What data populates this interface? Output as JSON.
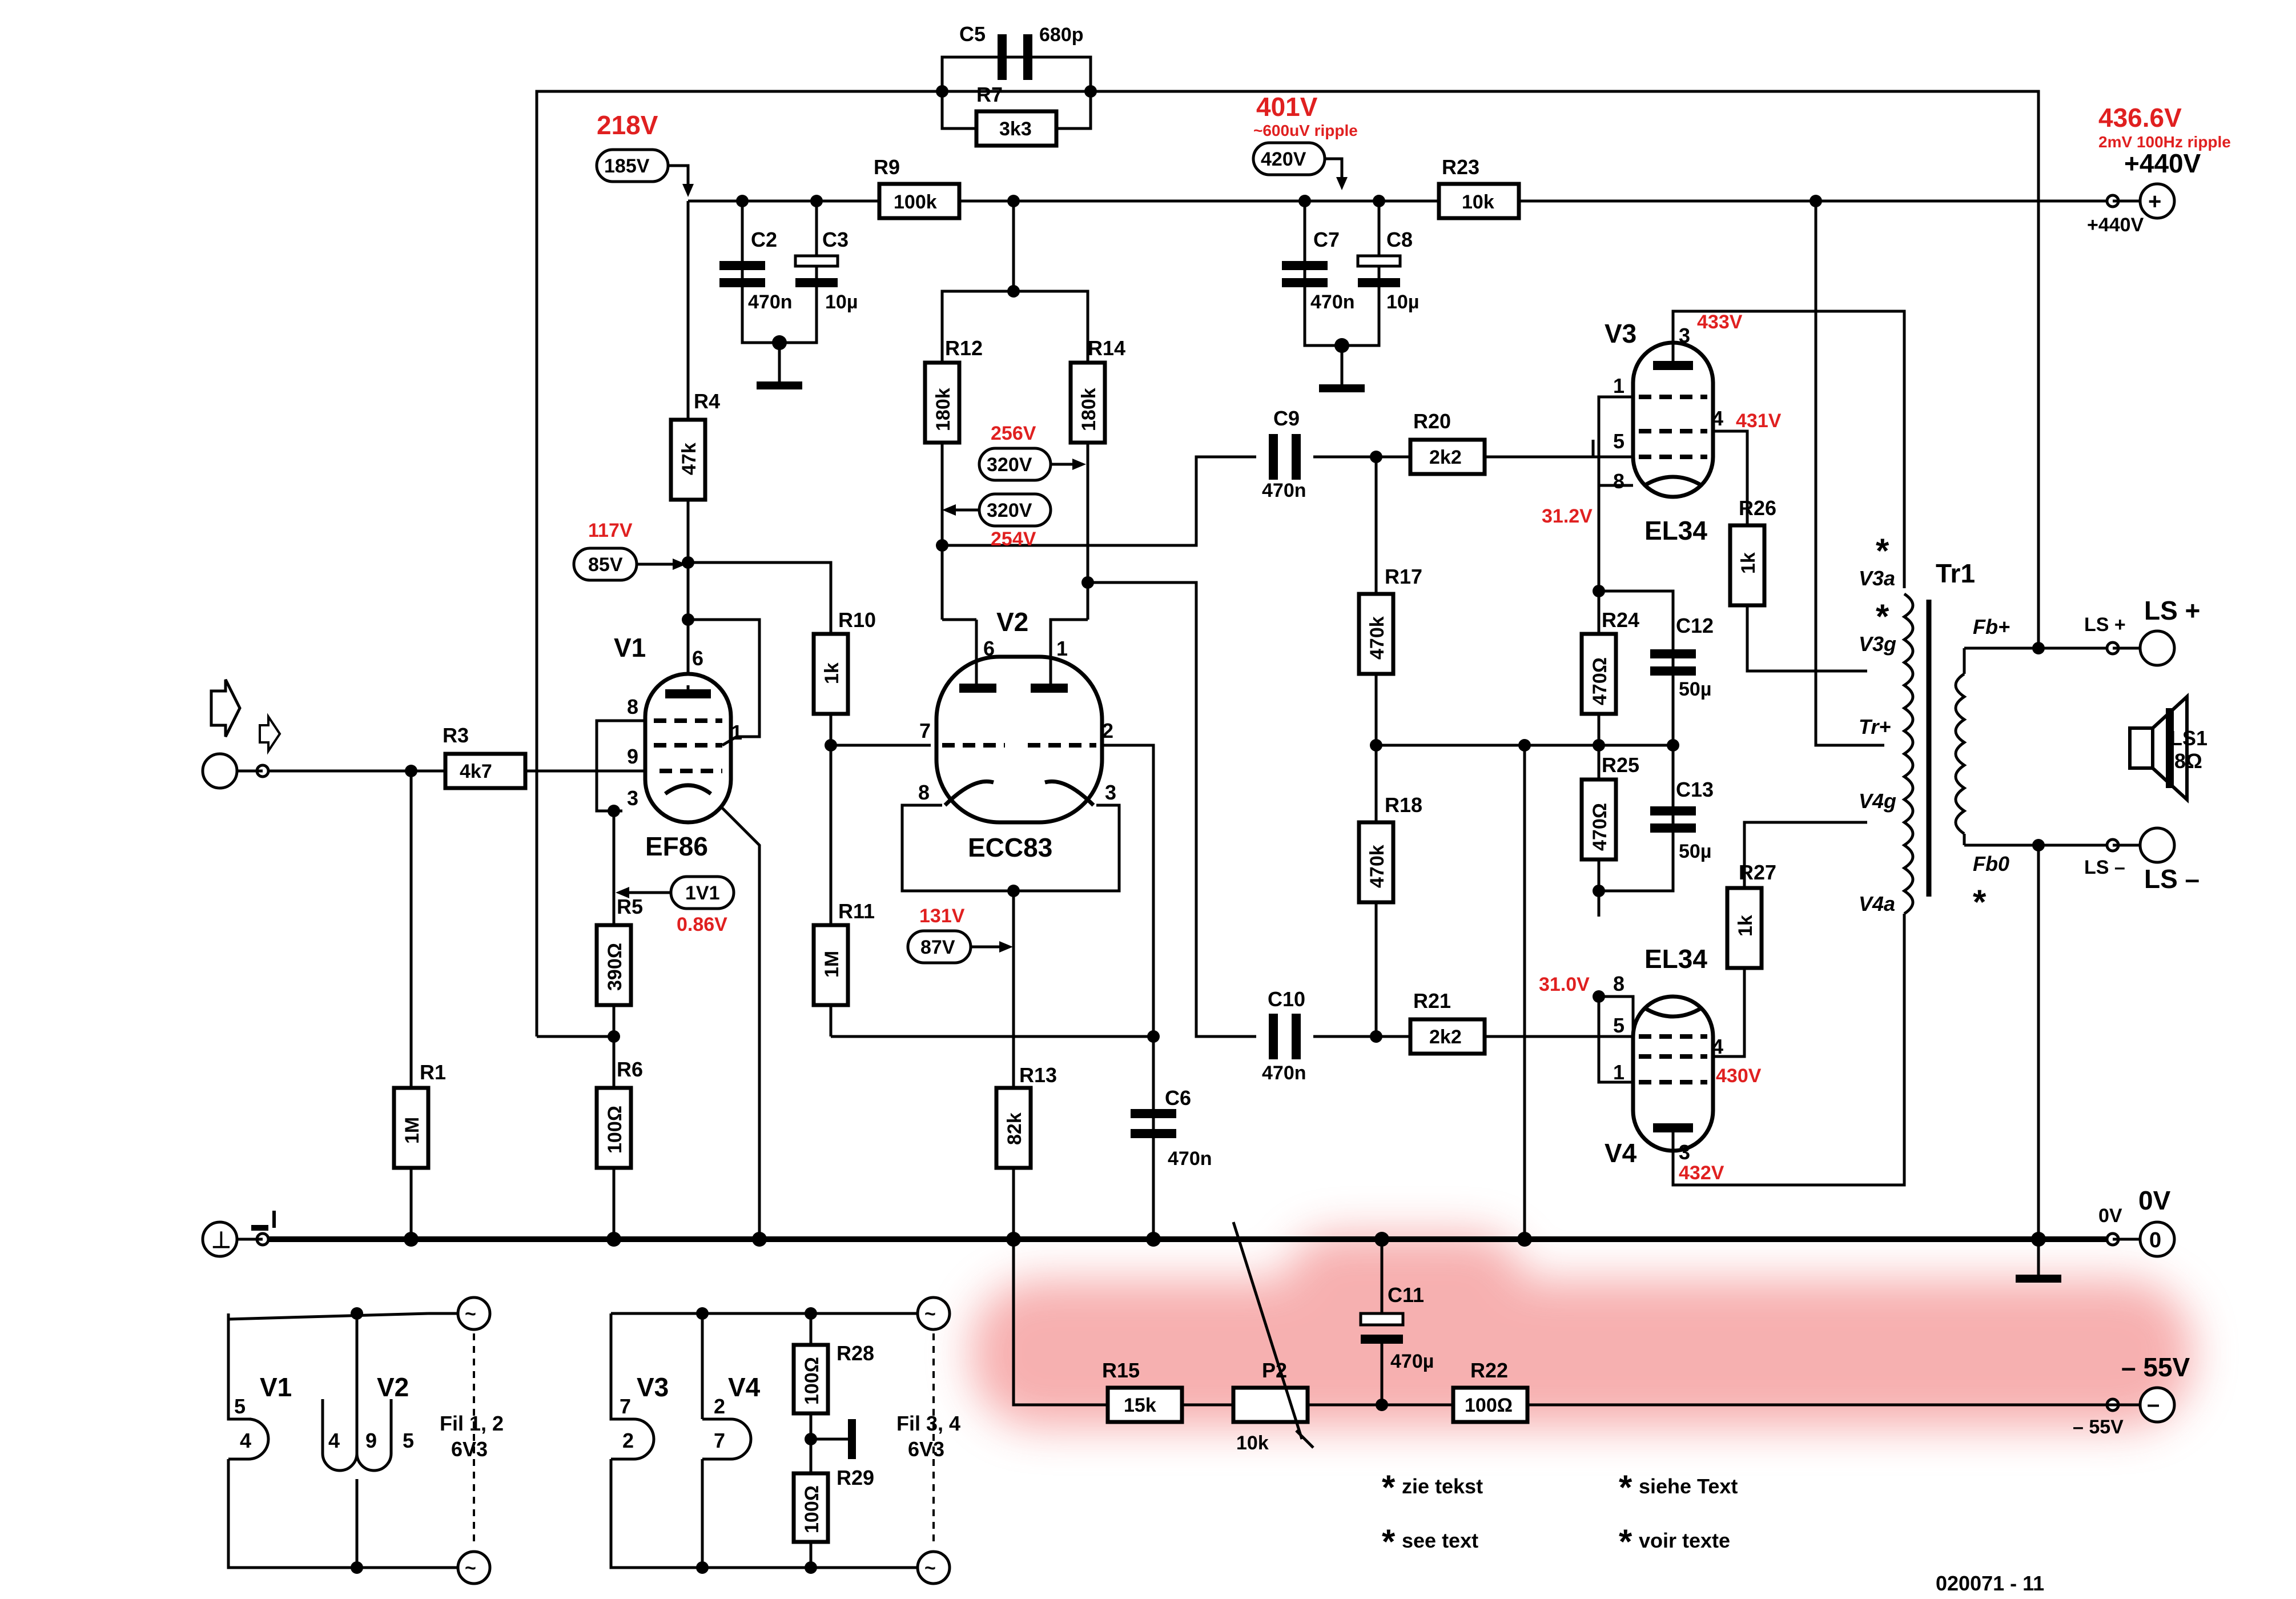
{
  "colors": {
    "ink": "#000000",
    "measured": "#e02020",
    "highlight": "#f07070"
  },
  "components": {
    "R1": {
      "ref": "R1",
      "value": "1M"
    },
    "R3": {
      "ref": "R3",
      "value": "4k7"
    },
    "R4": {
      "ref": "R4",
      "value": "47k"
    },
    "R5": {
      "ref": "R5",
      "value": "390Ω"
    },
    "R6": {
      "ref": "R6",
      "value": "100Ω"
    },
    "R7": {
      "ref": "R7",
      "value": "3k3"
    },
    "R9": {
      "ref": "R9",
      "value": "100k"
    },
    "R10": {
      "ref": "R10",
      "value": "1k"
    },
    "R11": {
      "ref": "R11",
      "value": "1M"
    },
    "R12": {
      "ref": "R12",
      "value": "180k"
    },
    "R13": {
      "ref": "R13",
      "value": "82k"
    },
    "R14": {
      "ref": "R14",
      "value": "180k"
    },
    "R15": {
      "ref": "R15",
      "value": "15k"
    },
    "R17": {
      "ref": "R17",
      "value": "470k"
    },
    "R18": {
      "ref": "R18",
      "value": "470k"
    },
    "R20": {
      "ref": "R20",
      "value": "2k2"
    },
    "R21": {
      "ref": "R21",
      "value": "2k2"
    },
    "R22": {
      "ref": "R22",
      "value": "100Ω"
    },
    "R23": {
      "ref": "R23",
      "value": "10k"
    },
    "R24": {
      "ref": "R24",
      "value": "470Ω"
    },
    "R25": {
      "ref": "R25",
      "value": "470Ω"
    },
    "R26": {
      "ref": "R26",
      "value": "1k"
    },
    "R27": {
      "ref": "R27",
      "value": "1k"
    },
    "R28": {
      "ref": "R28",
      "value": "100Ω"
    },
    "R29": {
      "ref": "R29",
      "value": "100Ω"
    },
    "P2": {
      "ref": "P2",
      "value": "10k"
    },
    "C2": {
      "ref": "C2",
      "value": "470n"
    },
    "C3": {
      "ref": "C3",
      "value": "10µ"
    },
    "C5": {
      "ref": "C5",
      "value": "680p"
    },
    "C6": {
      "ref": "C6",
      "value": "470n"
    },
    "C7": {
      "ref": "C7",
      "value": "470n"
    },
    "C8": {
      "ref": "C8",
      "value": "10µ"
    },
    "C9": {
      "ref": "C9",
      "value": "470n"
    },
    "C10": {
      "ref": "C10",
      "value": "470n"
    },
    "C11": {
      "ref": "C11",
      "value": "470µ"
    },
    "C12": {
      "ref": "C12",
      "value": "50µ"
    },
    "C13": {
      "ref": "C13",
      "value": "50µ"
    }
  },
  "tubes": {
    "V1": {
      "ref": "V1",
      "type": "EF86",
      "pins": [
        "6",
        "8",
        "9",
        "3",
        "1"
      ]
    },
    "V2": {
      "ref": "V2",
      "type": "ECC83",
      "pins": [
        "6",
        "1",
        "7",
        "2",
        "8",
        "3"
      ]
    },
    "V3": {
      "ref": "V3",
      "type": "EL34",
      "pins": [
        "3",
        "1",
        "5",
        "8",
        "4"
      ]
    },
    "V4": {
      "ref": "V4",
      "type": "EL34",
      "pins": [
        "8",
        "5",
        "1",
        "4",
        "3"
      ]
    }
  },
  "transformer": {
    "ref": "Tr1",
    "taps": [
      "V3a",
      "V3g",
      "Tr+",
      "V4g",
      "V4a",
      "Fb+",
      "Fb0"
    ],
    "star": "*"
  },
  "loudspeaker": {
    "ref": "LS1",
    "impedance": "8Ω"
  },
  "terminals": {
    "ls_plus": "LS +",
    "ls_minus": "LS –",
    "ls_plus_small": "LS +",
    "ls_minus_small": "LS –",
    "supply_plus": "+440V",
    "supply_plus_small": "+440V",
    "zero": "0V",
    "zero_small": "0V",
    "supply_minus": "– 55V",
    "supply_minus_small": "– 55V"
  },
  "voltages": {
    "v185": "185V",
    "v420": "420V",
    "v320a": "320V",
    "v320b": "320V",
    "v85": "85V",
    "v1v1": "1V1",
    "v87": "87V"
  },
  "measured": {
    "m218": "218V",
    "m401": "401V",
    "m401_note": "~600uV ripple",
    "m4366": "436.6V",
    "m4366_note": "2mV 100Hz ripple",
    "m256": "256V",
    "m254": "254V",
    "m117": "117V",
    "m086": "0.86V",
    "m131": "131V",
    "m433": "433V",
    "m431": "431V",
    "m312": "31.2V",
    "m310": "31.0V",
    "m430": "430V",
    "m432": "432V"
  },
  "filaments": {
    "left": {
      "tubes": [
        "V1",
        "V2"
      ],
      "pins": [
        "5",
        "4",
        "4",
        "9",
        "5"
      ],
      "label1": "Fil 1, 2",
      "label2": "6V3"
    },
    "right": {
      "tubes": [
        "V3",
        "V4"
      ],
      "pins": [
        "7",
        "2",
        "2",
        "7"
      ],
      "label1": "Fil 3, 4",
      "label2": "6V3"
    }
  },
  "notes": {
    "star": "*",
    "nl": "zie tekst",
    "de": "siehe Text",
    "en": "see text",
    "fr": "voir texte"
  },
  "figure_id": "020071 - 11"
}
